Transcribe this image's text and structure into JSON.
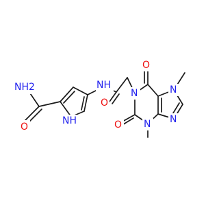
{
  "colors": {
    "bond": "#1a1a1a",
    "nitrogen": "#2222ee",
    "oxygen": "#ee1111",
    "background": "#ffffff"
  },
  "atoms": {
    "amide_nh2": "NH2",
    "amide_o": "O",
    "pyrrole_nh": "NH",
    "linker_nh": "NH",
    "linker_o": "O",
    "n1": "N",
    "o6": "O",
    "n7": "N",
    "n9": "N",
    "n3": "N",
    "o2": "O"
  }
}
